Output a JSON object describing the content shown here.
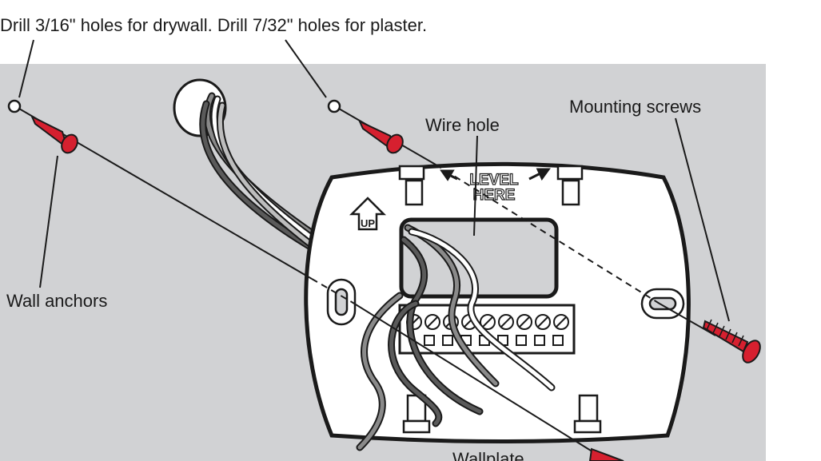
{
  "labels": {
    "drill_note": "Drill 3/16\" holes for drywall. Drill 7/32\" holes for plaster.",
    "wire_hole": "Wire hole",
    "mounting_screws": "Mounting screws",
    "wall_anchors": "Wall anchors",
    "wallplate": "Wallplate",
    "level_line1": "LEVEL",
    "level_line2": "HERE",
    "up": "UP"
  },
  "colors": {
    "wall_bg": "#d1d2d4",
    "anchor_red": "#d6202f",
    "plate_white": "#ffffff",
    "outline": "#1a1a1a",
    "wire_dark": "#3c3c3c",
    "wire_gray": "#8a8a8a"
  },
  "icons": [
    "wall-anchor-icon",
    "mounting-screw-icon",
    "up-arrow-icon",
    "level-arrow-icon",
    "terminal-screw-icon"
  ]
}
